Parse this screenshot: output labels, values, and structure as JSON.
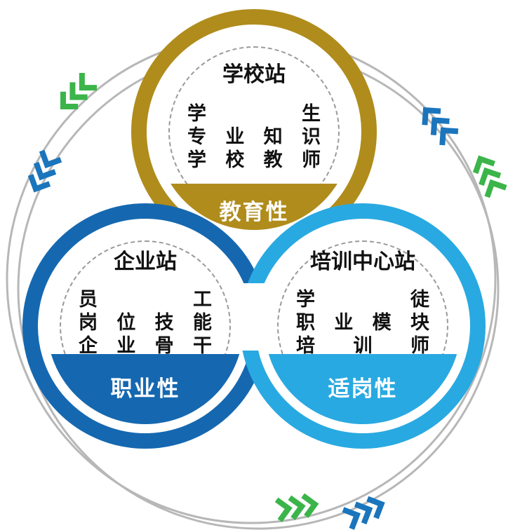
{
  "colors": {
    "gold": "#b08c1c",
    "dark_blue": "#1568b0",
    "light_blue": "#29a9e1",
    "green_arrow": "#3bb54a",
    "blue_arrow": "#1b75bc",
    "orbit_gray": "#b7b7b7",
    "dash_gray": "#9a9a9a",
    "text": "#111111",
    "label_text": "#ffffff"
  },
  "circles": {
    "school": {
      "title": "学校站",
      "items": [
        "学生",
        "专业知识",
        "学校教师"
      ],
      "badge": "教育性"
    },
    "enterprise": {
      "title": "企业站",
      "items": [
        "员工",
        "岗位技能",
        "企业骨干"
      ],
      "badge": "职业性"
    },
    "training": {
      "title": "培训中心站",
      "items": [
        "学徒",
        "职业模块",
        "培训师"
      ],
      "badge": "适岗性"
    }
  },
  "decorations": {
    "orbit_rings": 2,
    "chevron_groups": [
      {
        "position": "top-left",
        "color": "green"
      },
      {
        "position": "left",
        "color": "blue"
      },
      {
        "position": "top-right",
        "color": "blue"
      },
      {
        "position": "right",
        "color": "green"
      },
      {
        "position": "bottom",
        "color": "green"
      },
      {
        "position": "bottom-right",
        "color": "blue"
      }
    ]
  }
}
